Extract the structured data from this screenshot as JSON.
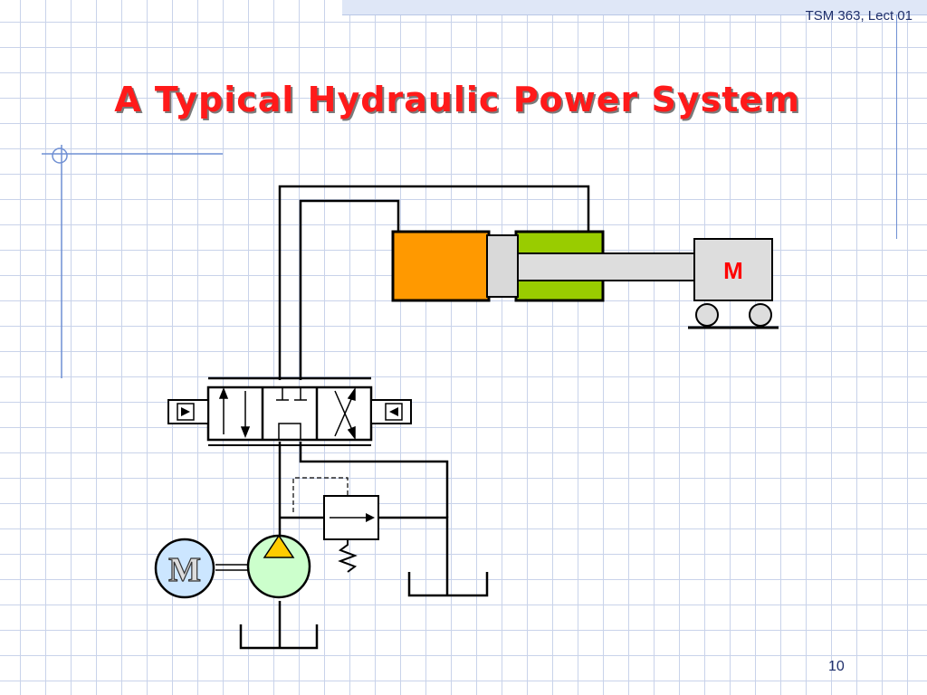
{
  "header": {
    "course_label": "TSM 363, Lect 01"
  },
  "slide": {
    "title": "A Typical Hydraulic Power System",
    "page_number": "10"
  },
  "diagram": {
    "load_label": "M",
    "motor_label": "M",
    "colors": {
      "cap_chamber": "#ff9900",
      "rod_chamber": "#99cc00",
      "pump_body": "#ccffcc",
      "pump_arrow": "#ffcc00",
      "motor_body": "#cce6ff",
      "load_label": "#ff0000",
      "accent_line": "#6f8fd3"
    }
  }
}
